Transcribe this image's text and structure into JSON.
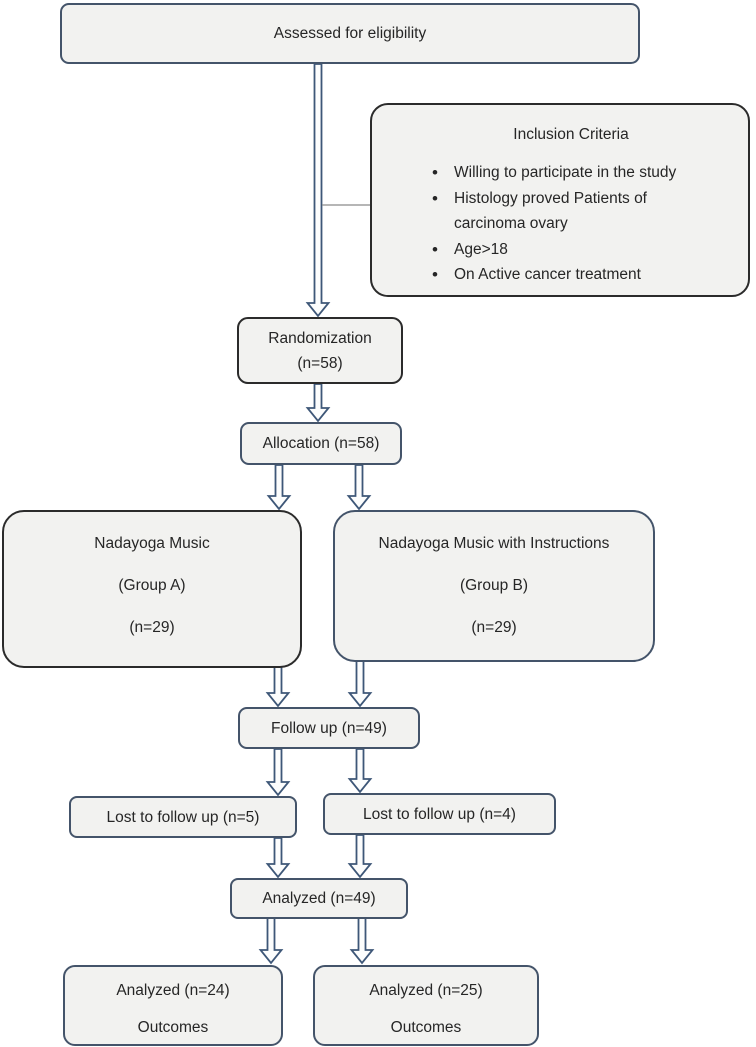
{
  "diagram": {
    "nodes": {
      "assessed": {
        "label": "Assessed for eligibility"
      },
      "inclusion": {
        "title": "Inclusion Criteria",
        "bullets": [
          "Willing to participate in the study",
          "Histology proved Patients of carcinoma ovary",
          "Age>18",
          "On Active cancer treatment"
        ]
      },
      "randomization": {
        "lines": [
          "Randomization",
          "(n=58)"
        ]
      },
      "allocation": {
        "label": "Allocation (n=58)"
      },
      "group_a": {
        "lines": [
          "Nadayoga Music",
          "(Group A)",
          "(n=29)"
        ]
      },
      "group_b": {
        "lines": [
          "Nadayoga Music with Instructions",
          "(Group B)",
          "(n=29)"
        ]
      },
      "follow_up": {
        "label": "Follow up (n=49)"
      },
      "lost_a": {
        "label": "Lost to follow up (n=5)"
      },
      "lost_b": {
        "label": "Lost to follow up (n=4)"
      },
      "analyzed_total": {
        "label": "Analyzed (n=49)"
      },
      "analyzed_a": {
        "lines": [
          "Analyzed (n=24)",
          "Outcomes"
        ]
      },
      "analyzed_b": {
        "lines": [
          "Analyzed (n=25)",
          "Outcomes"
        ]
      }
    },
    "edges": [
      {
        "from": "assessed",
        "to": "randomization",
        "style": "block-arrow"
      },
      {
        "from": "assessed",
        "to": "inclusion",
        "style": "plain-line"
      },
      {
        "from": "randomization",
        "to": "allocation",
        "style": "block-arrow"
      },
      {
        "from": "allocation",
        "to": "group_a",
        "style": "block-arrow"
      },
      {
        "from": "allocation",
        "to": "group_b",
        "style": "block-arrow"
      },
      {
        "from": "group_a",
        "to": "follow_up",
        "style": "block-arrow"
      },
      {
        "from": "group_b",
        "to": "follow_up",
        "style": "block-arrow"
      },
      {
        "from": "follow_up",
        "to": "lost_a",
        "style": "block-arrow"
      },
      {
        "from": "follow_up",
        "to": "lost_b",
        "style": "block-arrow"
      },
      {
        "from": "lost_a",
        "to": "analyzed_total",
        "style": "block-arrow"
      },
      {
        "from": "lost_b",
        "to": "analyzed_total",
        "style": "block-arrow"
      },
      {
        "from": "analyzed_total",
        "to": "analyzed_a",
        "style": "block-arrow"
      },
      {
        "from": "analyzed_total",
        "to": "analyzed_b",
        "style": "block-arrow"
      }
    ],
    "colors": {
      "box_fill": "#f2f2f0",
      "border_blue": "#44546a",
      "border_dark": "#2b2b2b",
      "arrow_stroke": "#3e5778",
      "text": "#262626",
      "connector_line": "#8a8a8a"
    }
  }
}
